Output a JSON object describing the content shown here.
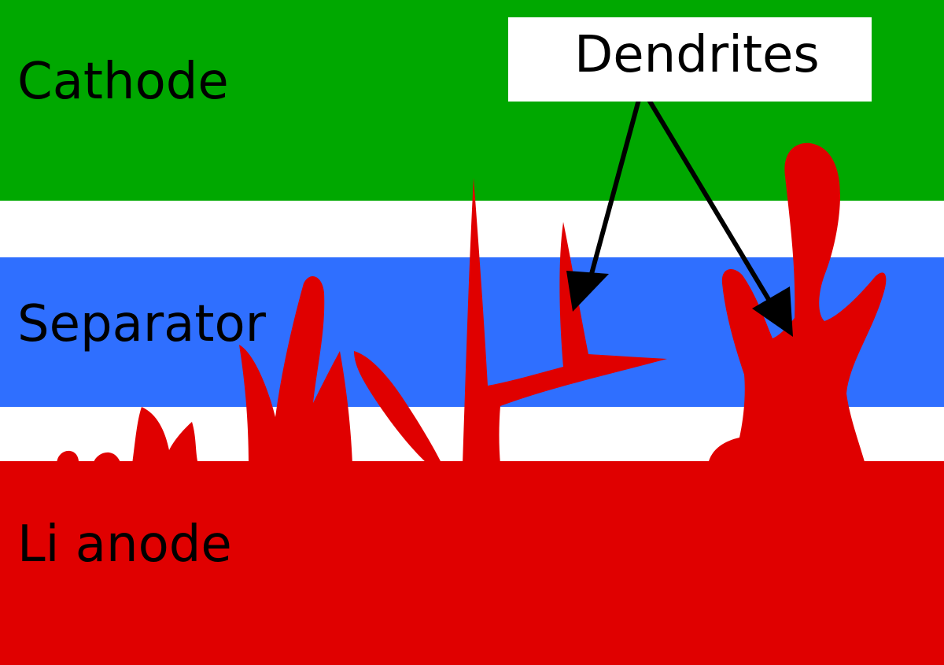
{
  "labels": {
    "cathode": "Cathode",
    "separator": "Separator",
    "anode": "Li anode",
    "callout": "Dendrites"
  },
  "colors": {
    "cathode": "#00a800",
    "separator": "#2f6fff",
    "gap": "#ffffff",
    "anode": "#e00000",
    "dendrite": "#e00000",
    "arrow": "#000000"
  }
}
